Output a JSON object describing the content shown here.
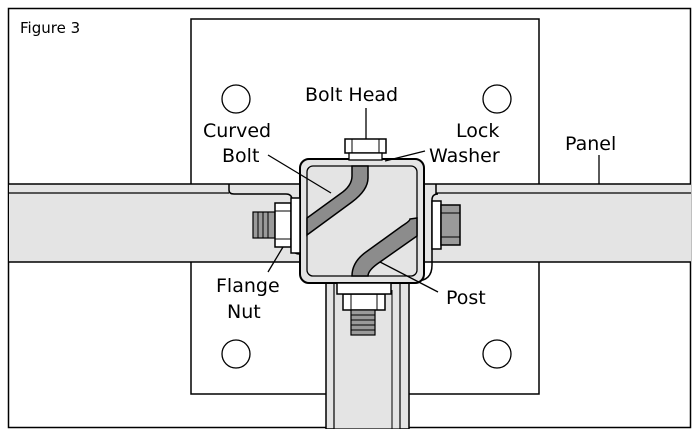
{
  "figure": {
    "title": "Figure 3",
    "colors": {
      "fill": "#e4e4e4",
      "fill_dark": "#8c8c8c",
      "stroke": "#000000",
      "background": "#ffffff"
    },
    "labels": {
      "bolt_head": "Bolt Head",
      "curved_bolt_1": "Curved",
      "curved_bolt_2": "Bolt",
      "lock_washer_1": "Lock",
      "lock_washer_2": "Washer",
      "panel": "Panel",
      "flange_nut_1": "Flange",
      "flange_nut_2": "Nut",
      "post": "Post"
    }
  }
}
